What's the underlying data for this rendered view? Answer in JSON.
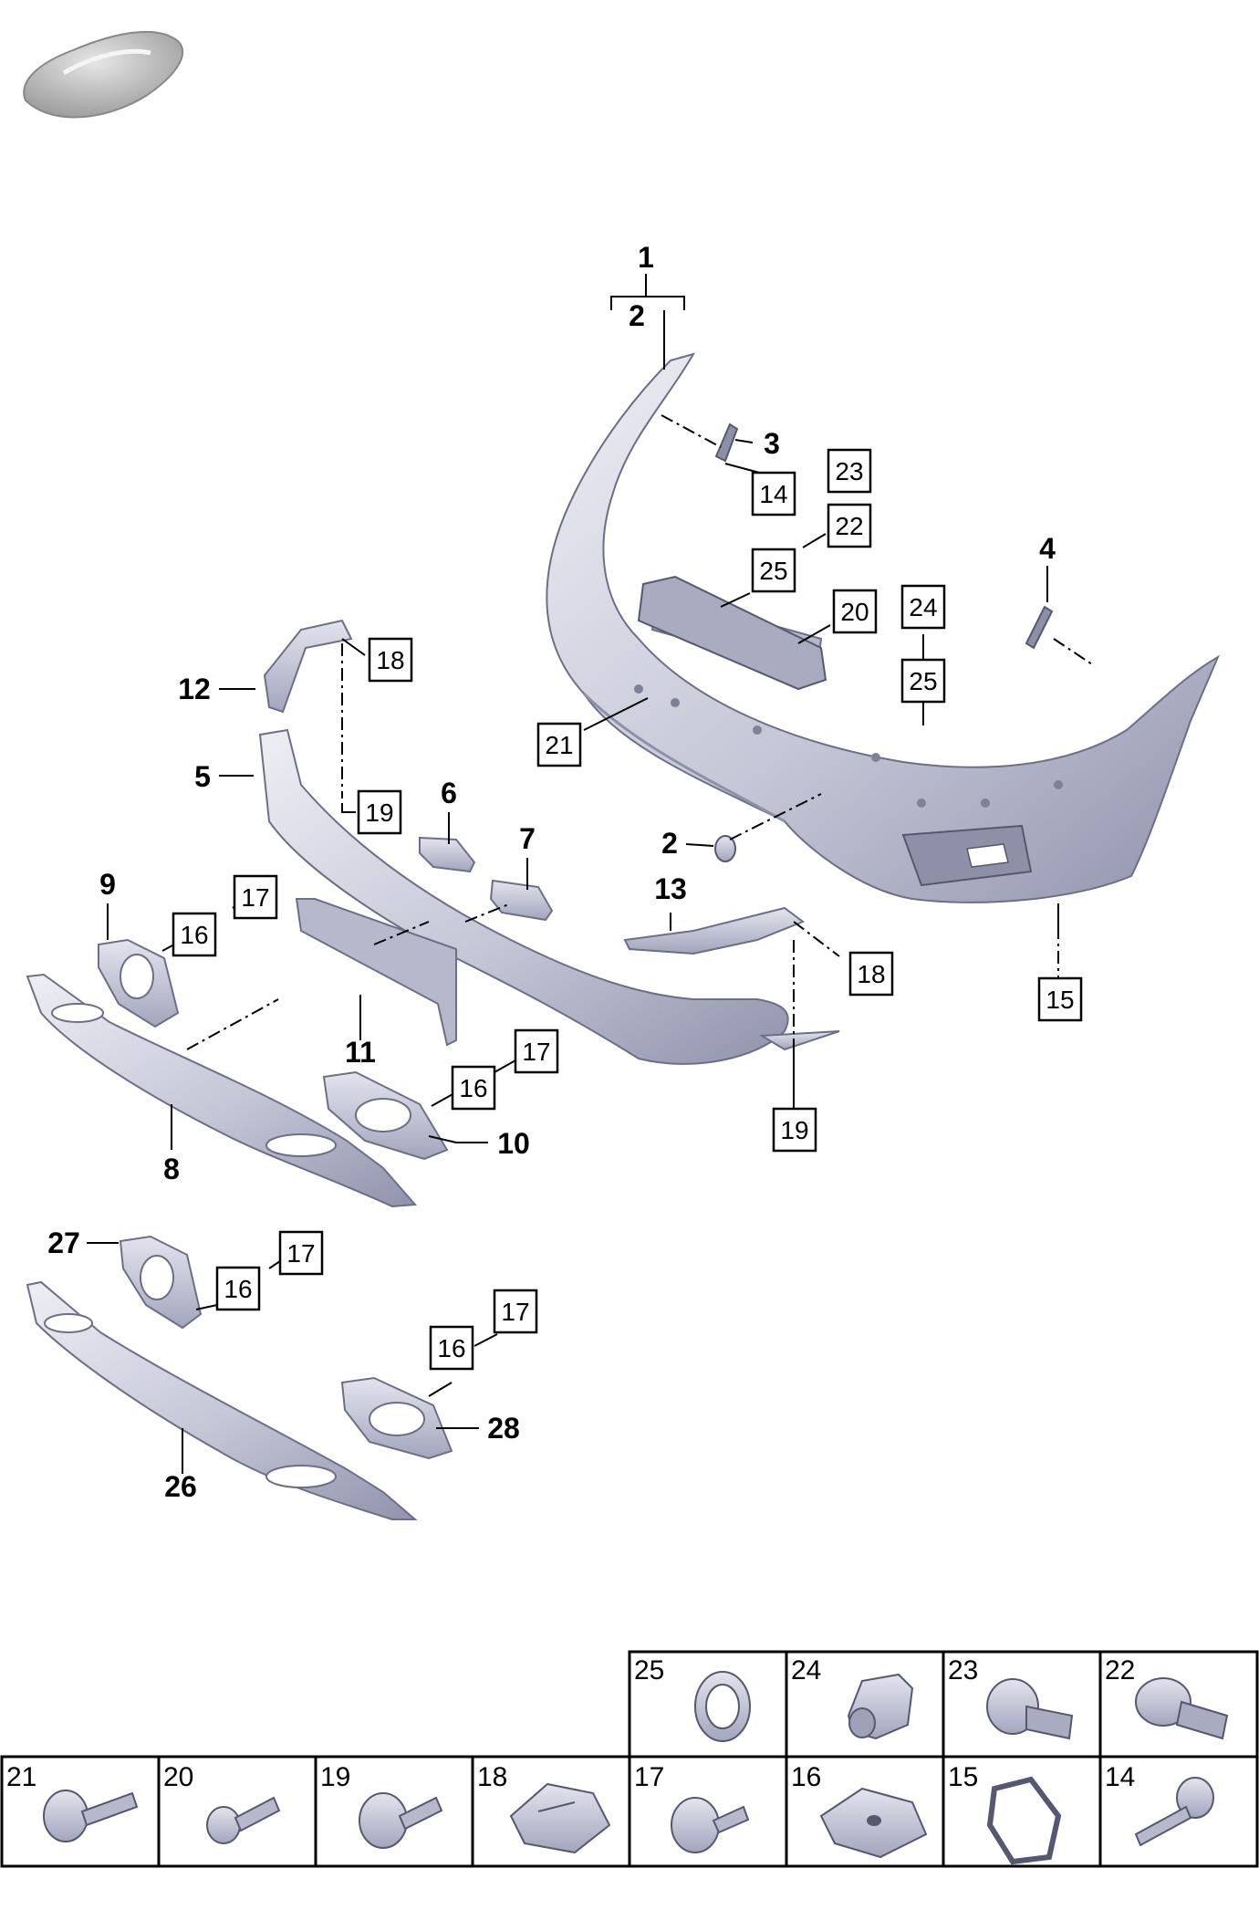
{
  "diagram": {
    "callouts_bold": [
      {
        "id": "c1",
        "text": "1"
      },
      {
        "id": "c2a",
        "text": "2"
      },
      {
        "id": "c2b",
        "text": "2"
      },
      {
        "id": "c3",
        "text": "3"
      },
      {
        "id": "c4",
        "text": "4"
      },
      {
        "id": "c5",
        "text": "5"
      },
      {
        "id": "c6",
        "text": "6"
      },
      {
        "id": "c7",
        "text": "7"
      },
      {
        "id": "c8",
        "text": "8"
      },
      {
        "id": "c9",
        "text": "9"
      },
      {
        "id": "c10",
        "text": "10"
      },
      {
        "id": "c11",
        "text": "11"
      },
      {
        "id": "c12",
        "text": "12"
      },
      {
        "id": "c13",
        "text": "13"
      },
      {
        "id": "c26",
        "text": "26"
      },
      {
        "id": "c27",
        "text": "27"
      },
      {
        "id": "c28",
        "text": "28"
      }
    ],
    "callouts_boxed": [
      {
        "id": "b23",
        "text": "23"
      },
      {
        "id": "b14",
        "text": "14"
      },
      {
        "id": "b22",
        "text": "22"
      },
      {
        "id": "b25a",
        "text": "25"
      },
      {
        "id": "b20",
        "text": "20"
      },
      {
        "id": "b24",
        "text": "24"
      },
      {
        "id": "b25b",
        "text": "25"
      },
      {
        "id": "b21",
        "text": "21"
      },
      {
        "id": "b18a",
        "text": "18"
      },
      {
        "id": "b19a",
        "text": "19"
      },
      {
        "id": "b17a",
        "text": "17"
      },
      {
        "id": "b16a",
        "text": "16"
      },
      {
        "id": "b18b",
        "text": "18"
      },
      {
        "id": "b15",
        "text": "15"
      },
      {
        "id": "b17b",
        "text": "17"
      },
      {
        "id": "b16b",
        "text": "16"
      },
      {
        "id": "b19b",
        "text": "19"
      },
      {
        "id": "b17c",
        "text": "17"
      },
      {
        "id": "b16c",
        "text": "16"
      },
      {
        "id": "b17d",
        "text": "17"
      },
      {
        "id": "b16d",
        "text": "16"
      }
    ]
  },
  "hardware_table": {
    "top_row": [
      "25",
      "24",
      "23",
      "22"
    ],
    "bottom_row": [
      "21",
      "20",
      "19",
      "18",
      "17",
      "16",
      "15",
      "14"
    ]
  },
  "colors": {
    "part_fill": "#c9cad8",
    "part_shadow": "#8e90a8",
    "line": "#000000"
  }
}
